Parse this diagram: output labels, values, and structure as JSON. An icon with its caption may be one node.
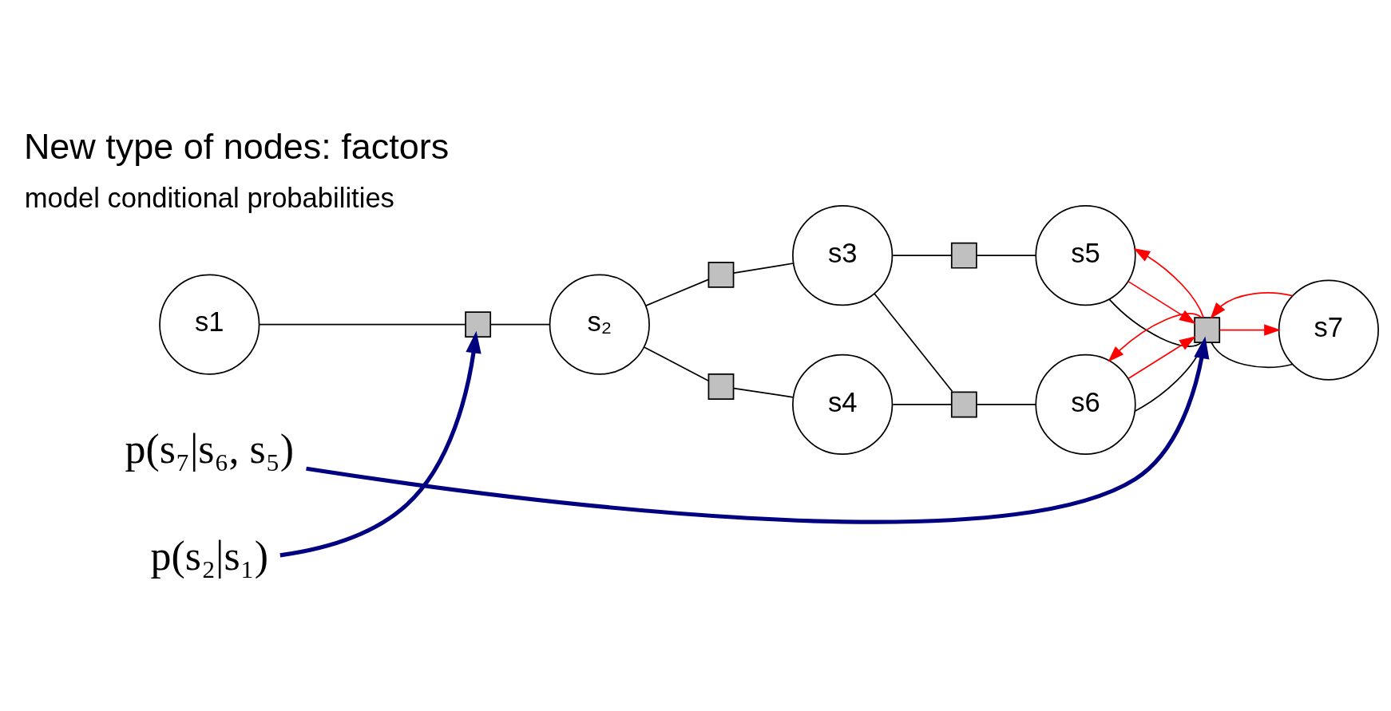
{
  "diagram": {
    "title": "New type of nodes: factors",
    "nodes": [
      {
        "text": [
          "s1"
        ]
      },
      {
        "text": [],
        "shape": "box"
      },
      {
        "text": [
          "s₂"
        ]
      },
      {
        "text": [],
        "shape": "box"
      },
      {
        "text": [],
        "shape": "box"
      },
      {
        "text": [
          "s3"
        ]
      },
      {
        "text": [
          "s4"
        ]
      },
      {
        "text": [],
        "shape": "box"
      },
      {
        "text": [
          "s5"
        ]
      },
      {
        "text": [],
        "shape": "box"
      },
      {
        "text": [
          "s6"
        ]
      },
      {
        "text": [],
        "shape": "box"
      },
      {
        "text": [
          "s7"
        ]
      },
      {
        "text": [
          "p(s₂|s₁)"
        ]
      },
      {
        "text": [
          "p(s₇|s₆, s₅)"
        ]
      }
    ],
    "edges": [
      {
        "from": 0,
        "to": 1,
        "arrow": "none"
      },
      {
        "from": 1,
        "to": 2,
        "arrow": "none"
      },
      {
        "from": 2,
        "to": 3,
        "arrow": "none"
      },
      {
        "from": 3,
        "to": 5,
        "arrow": "none"
      },
      {
        "from": 2,
        "to": 4,
        "arrow": "none"
      },
      {
        "from": 4,
        "to": 6,
        "arrow": "none"
      },
      {
        "from": 5,
        "to": 7,
        "arrow": "none"
      },
      {
        "from": 7,
        "to": 8,
        "arrow": "none"
      },
      {
        "from": 5,
        "to": 9,
        "arrow": "none"
      },
      {
        "from": 6,
        "to": 9,
        "arrow": "none"
      },
      {
        "from": 9,
        "to": 10,
        "arrow": "none"
      },
      {
        "from": 8,
        "to": 11,
        "arrow": "none"
      },
      {
        "from": 10,
        "to": 11,
        "arrow": "none"
      },
      {
        "from": 11,
        "to": 12,
        "arrow": "none"
      },
      {
        "from": 8,
        "to": 11,
        "arrow": "to",
        "color": "#ff0000"
      },
      {
        "from": 11,
        "to": 8,
        "arrow": "to",
        "color": "#ff0000"
      },
      {
        "from": 10,
        "to": 11,
        "arrow": "to",
        "color": "#ff0000"
      },
      {
        "from": 11,
        "to": 10,
        "arrow": "to",
        "color": "#ff0000"
      },
      {
        "from": 11,
        "to": 12,
        "arrow": "to",
        "color": "#ff0000"
      },
      {
        "from": 12,
        "to": 11,
        "arrow": "to",
        "color": "#ff0000"
      },
      {
        "from": 13,
        "to": 1,
        "arrow": "to",
        "color": "#000080",
        "style": "thick"
      },
      {
        "from": 14,
        "to": 11,
        "arrow": "to",
        "color": "#000080",
        "style": "thick"
      }
    ],
    "labels": [
      "model conditional probabilities"
    ]
  }
}
